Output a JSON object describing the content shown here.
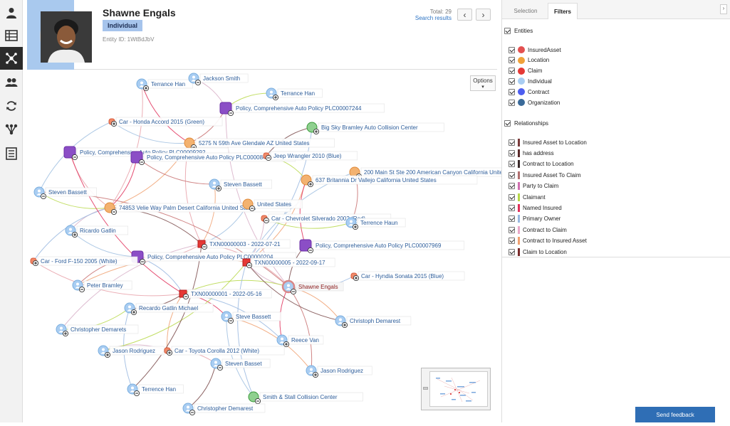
{
  "header": {
    "name": "Shawne Engals",
    "type_badge": "Individual",
    "entity_id": "Entity ID: 1WtBdJbV",
    "total": "Total: 29",
    "search_results": "Search results",
    "prev_arrow": "‹",
    "next_arrow": "›"
  },
  "rail": [
    "person-icon",
    "list-icon",
    "graph-icon",
    "people-icon",
    "refresh-icon",
    "hierarchy-icon",
    "report-icon"
  ],
  "graph": {
    "options_label": "Options",
    "options_caret": "▾",
    "nodes": [
      {
        "name": "node-terrance-han-1",
        "label": "Terrance Han",
        "kind": "person",
        "sign": "+"
      },
      {
        "name": "node-jackson-smith",
        "label": "Jackson Smith",
        "kind": "person",
        "sign": "-"
      },
      {
        "name": "node-terrance-han-2",
        "label": "Terrance Han",
        "kind": "person",
        "sign": "+"
      },
      {
        "name": "node-policy-7244",
        "label": "Policy, Comprehensive Auto Policy PLC00007244",
        "kind": "policy",
        "sign": "-"
      },
      {
        "name": "node-car-honda",
        "label": "Car - Honda Accord 2015 (Green)",
        "kind": "car",
        "sign": "+"
      },
      {
        "name": "node-big-sky",
        "label": "Big Sky Bramley Auto Collision Center",
        "kind": "org",
        "sign": "+"
      },
      {
        "name": "node-5275-n-59th",
        "label": "5275 N 59th Ave Glendale AZ United States",
        "kind": "location",
        "sign": "-"
      },
      {
        "name": "node-policy-9292",
        "label": "Policy, Comprehensive Auto Policy PLC00009292",
        "kind": "policy",
        "sign": "-"
      },
      {
        "name": "node-policy-8468",
        "label": "Policy, Comprehensive Auto Policy PLC00008468",
        "kind": "policy",
        "sign": "-"
      },
      {
        "name": "node-jeep",
        "label": "Jeep Wrangler 2010 (Blue)",
        "kind": "car",
        "sign": "-"
      },
      {
        "name": "node-200-main",
        "label": "200 Main St Ste 200 American Canyon California United States",
        "kind": "location",
        "sign": "+"
      },
      {
        "name": "node-637-britannia",
        "label": "637 Britannia Dr Vallejo California United States",
        "kind": "location",
        "sign": "+"
      },
      {
        "name": "node-steven-bassett-1",
        "label": "Steven Bassett",
        "kind": "person",
        "sign": "-"
      },
      {
        "name": "node-steven-bassett-2",
        "label": "Steven Bassett",
        "kind": "person",
        "sign": "+"
      },
      {
        "name": "node-74853-velie",
        "label": "74853 Velie Way Palm Desert California United States",
        "kind": "location",
        "sign": "-"
      },
      {
        "name": "node-united-states",
        "label": "United States",
        "kind": "location",
        "sign": "-"
      },
      {
        "name": "node-chevrolet",
        "label": "Car - Chevrolet Silverado 2002 (Red)",
        "kind": "car",
        "sign": "-"
      },
      {
        "name": "node-terrence-haun",
        "label": "Terrence Haun",
        "kind": "person",
        "sign": "+"
      },
      {
        "name": "node-ricardo-gatlin",
        "label": "Ricardo Gatlin",
        "kind": "person",
        "sign": "+"
      },
      {
        "name": "node-txn-0003",
        "label": "TXN00000003 - 2022-07-21",
        "kind": "claim",
        "sign": "-"
      },
      {
        "name": "node-policy-7969",
        "label": "Policy, Comprehensive Auto Policy PLC00007969",
        "kind": "policy",
        "sign": "-"
      },
      {
        "name": "node-policy-0204",
        "label": "Policy, Comprehensive Auto Policy PLC00000204",
        "kind": "policy",
        "sign": "-"
      },
      {
        "name": "node-car-ford",
        "label": "Car - Ford F-150 2005 (White)",
        "kind": "car",
        "sign": "+"
      },
      {
        "name": "node-txn-0005",
        "label": "TXN00000005 - 2022-09-17",
        "kind": "claim",
        "sign": "-"
      },
      {
        "name": "node-car-hyundai",
        "label": "Car - Hyndia Sonata 2015 (Blue)",
        "kind": "car",
        "sign": "+"
      },
      {
        "name": "node-peter-bramley",
        "label": "Peter Bramley",
        "kind": "person",
        "sign": "-"
      },
      {
        "name": "node-shawne-engals",
        "label": "Shawne Engals",
        "kind": "focus",
        "sign": "-"
      },
      {
        "name": "node-txn-0001",
        "label": "TXN00000001 - 2022-05-16",
        "kind": "claim",
        "sign": "-"
      },
      {
        "name": "node-ricardo-gatlin-michael",
        "label": "Recardo Gatlin Michael",
        "kind": "person",
        "sign": "+"
      },
      {
        "name": "node-steve-bassett",
        "label": "Steve Bassett",
        "kind": "person",
        "sign": "-"
      },
      {
        "name": "node-christoph-demarest",
        "label": "Christoph Demarest",
        "kind": "person",
        "sign": "+"
      },
      {
        "name": "node-christopher-demarets",
        "label": "Christopher Demarets",
        "kind": "person",
        "sign": "+"
      },
      {
        "name": "node-reece-van",
        "label": "Reece Van",
        "kind": "person",
        "sign": "+"
      },
      {
        "name": "node-jason-rodriguez-1",
        "label": "Jason Rodriguez",
        "kind": "person",
        "sign": "+"
      },
      {
        "name": "node-car-toyota",
        "label": "Car - Toyota Corolla 2012 (White)",
        "kind": "car",
        "sign": "+"
      },
      {
        "name": "node-steven-bassett-3",
        "label": "Steven Basset",
        "kind": "person",
        "sign": "-"
      },
      {
        "name": "node-jason-rodriguez-2",
        "label": "Jason Rodriguez",
        "kind": "person",
        "sign": "+"
      },
      {
        "name": "node-terrence-han",
        "label": "Terrence Han",
        "kind": "person",
        "sign": "-"
      },
      {
        "name": "node-smith-stall",
        "label": "Smith & Stall Collision Center",
        "kind": "org",
        "sign": "-"
      },
      {
        "name": "node-christopher-demarest",
        "label": "Christopher Demarest",
        "kind": "person",
        "sign": "-"
      }
    ]
  },
  "panel": {
    "tab_selection": "Selection",
    "tab_filters": "Filters",
    "collapse": "›",
    "entities_title": "Entities",
    "entities": [
      {
        "label": "InsuredAsset",
        "color": "#e35050"
      },
      {
        "label": "Location",
        "color": "#f0a23a"
      },
      {
        "label": "Claim",
        "color": "#e53935"
      },
      {
        "label": "Individual",
        "color": "#a9cdf2"
      },
      {
        "label": "Contract",
        "color": "#4d5ef0"
      },
      {
        "label": "Organization",
        "color": "#3a6a99"
      }
    ],
    "relationships_title": "Relationships",
    "relationships": [
      {
        "label": "Insured Asset to Location",
        "color": "#7a3b3b"
      },
      {
        "label": "has address",
        "color": "#5a2a2a"
      },
      {
        "label": "Contract to Location",
        "color": "#3a2a2a"
      },
      {
        "label": "Insured Asset To Claim",
        "color": "#b07070"
      },
      {
        "label": "Party to Claim",
        "color": "#d070b0"
      },
      {
        "label": "Claimant",
        "color": "#b7d84a"
      },
      {
        "label": "Named Insured",
        "color": "#e0305a"
      },
      {
        "label": "Primary Owner",
        "color": "#9ab8e0"
      },
      {
        "label": "Contract to Claim",
        "color": "#e8a8c8"
      },
      {
        "label": "Contract to Insured Asset",
        "color": "#f0a070"
      },
      {
        "label": "Claim to Location",
        "color": "#7a2a2a"
      }
    ],
    "feedback": "Send feedback"
  }
}
